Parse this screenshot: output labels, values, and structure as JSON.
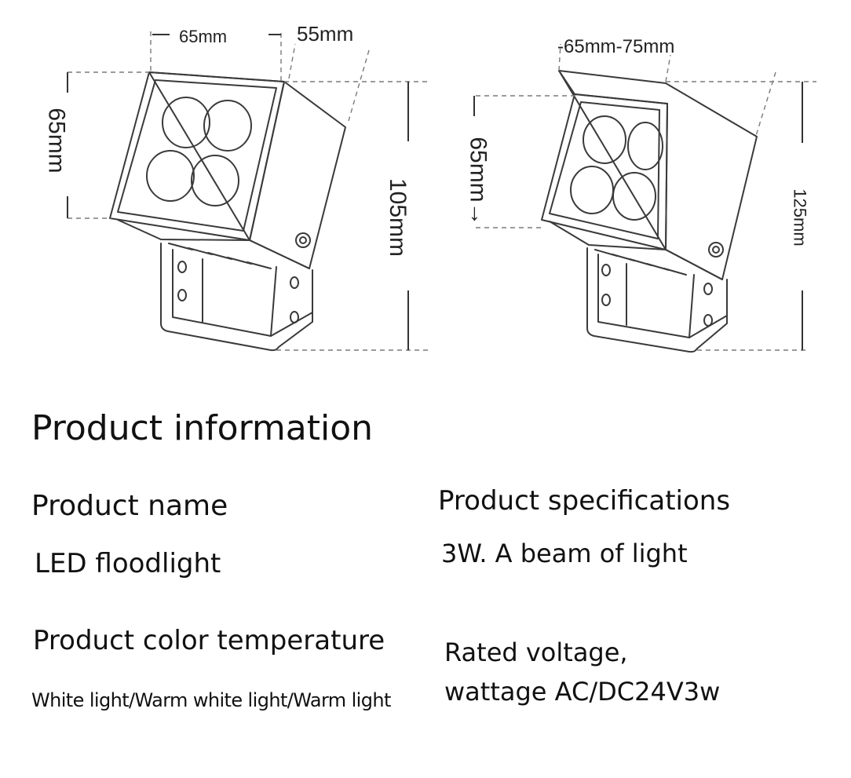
{
  "diagram_left": {
    "width_label": "65mm",
    "depth_label": "55mm",
    "face_height_label": "65mm",
    "total_height_label": "105mm"
  },
  "diagram_right": {
    "depth_label": "-65mm-75mm",
    "face_height_label": "65mm→",
    "total_height_label": "125mm"
  },
  "info": {
    "section_title": "Product information",
    "product_name_label": "Product name",
    "product_name_value": "LED floodlight",
    "product_spec_label": "Product specifications",
    "product_spec_value": "3W. A beam of light",
    "color_temp_label": "Product color temperature",
    "color_temp_value": "White light/Warm white light/Warm light",
    "voltage_line1": "Rated voltage,",
    "voltage_line2": "wattage AC/DC24V3w"
  }
}
